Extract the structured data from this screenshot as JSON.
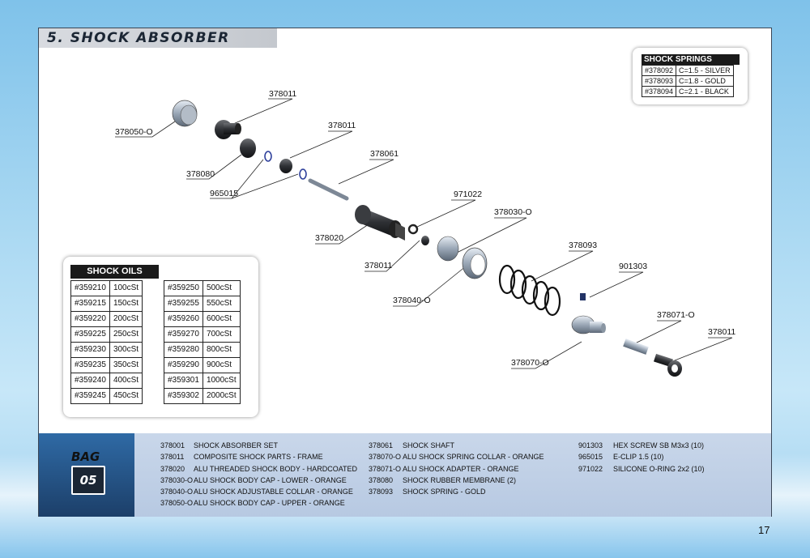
{
  "header": {
    "title": "5. SHOCK ABSORBER"
  },
  "springs": {
    "title": "SHOCK SPRINGS",
    "rows": [
      [
        "#378092",
        "C=1.5 - SILVER"
      ],
      [
        "#378093",
        "C=1.8 - GOLD"
      ],
      [
        "#378094",
        "C=2.1 - BLACK"
      ]
    ]
  },
  "oils": {
    "title": "SHOCK OILS",
    "left": [
      [
        "#359210",
        "100cSt"
      ],
      [
        "#359215",
        "150cSt"
      ],
      [
        "#359220",
        "200cSt"
      ],
      [
        "#359225",
        "250cSt"
      ],
      [
        "#359230",
        "300cSt"
      ],
      [
        "#359235",
        "350cSt"
      ],
      [
        "#359240",
        "400cSt"
      ],
      [
        "#359245",
        "450cSt"
      ]
    ],
    "right": [
      [
        "#359250",
        "500cSt"
      ],
      [
        "#359255",
        "550cSt"
      ],
      [
        "#359260",
        "600cSt"
      ],
      [
        "#359270",
        "700cSt"
      ],
      [
        "#359280",
        "800cSt"
      ],
      [
        "#359290",
        "900cSt"
      ],
      [
        "#359301",
        "1000cSt"
      ],
      [
        "#359302",
        "2000cSt"
      ]
    ]
  },
  "callouts": {
    "c378011a": "378011",
    "c378050": "378050-O",
    "c378011b": "378011",
    "c378061": "378061",
    "c378080": "378080",
    "c965015": "965015",
    "c971022": "971022",
    "c378030": "378030-O",
    "c378020": "378020",
    "c378011c": "378011",
    "c378093": "378093",
    "c901303": "901303",
    "c378040": "378040-O",
    "c378071": "378071-O",
    "c378011d": "378011",
    "c378070": "378070-O"
  },
  "bag": {
    "label": "BAG",
    "number": "05"
  },
  "parts": {
    "col1": [
      [
        "378001",
        "SHOCK ABSORBER SET"
      ],
      [
        "378011",
        "COMPOSITE SHOCK PARTS - FRAME"
      ],
      [
        "378020",
        "ALU THREADED SHOCK BODY - HARDCOATED"
      ],
      [
        "378030-O",
        "ALU SHOCK BODY CAP - LOWER - ORANGE"
      ],
      [
        "378040-O",
        "ALU SHOCK ADJUSTABLE COLLAR - ORANGE"
      ],
      [
        "378050-O",
        "ALU SHOCK BODY CAP - UPPER - ORANGE"
      ]
    ],
    "col2": [
      [
        "378061",
        "SHOCK SHAFT"
      ],
      [
        "378070-O",
        "ALU SHOCK SPRING COLLAR - ORANGE"
      ],
      [
        "378071-O",
        "ALU SHOCK ADAPTER - ORANGE"
      ],
      [
        "378080",
        "SHOCK RUBBER MEMBRANE (2)"
      ],
      [
        "378093",
        "SHOCK SPRING - GOLD"
      ]
    ],
    "col3": [
      [
        "901303",
        "HEX SCREW SB M3x3  (10)"
      ],
      [
        "965015",
        "E-CLIP 1.5  (10)"
      ],
      [
        "971022",
        "SILICONE O-RING 2x2  (10)"
      ]
    ]
  },
  "page": {
    "number": "17"
  }
}
